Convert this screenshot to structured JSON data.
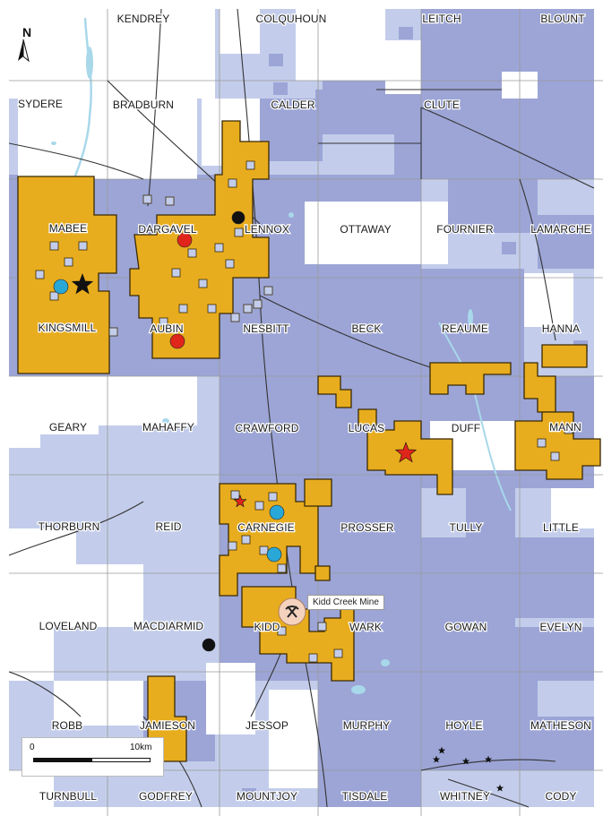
{
  "townships": [
    {
      "id": "kendrey",
      "name": "KENDREY"
    },
    {
      "id": "colquhoun",
      "name": "COLQUHOUN"
    },
    {
      "id": "leitch",
      "name": "LEITCH"
    },
    {
      "id": "blount",
      "name": "BLOUNT"
    },
    {
      "id": "sydere",
      "name": "SYDERE"
    },
    {
      "id": "bradburn",
      "name": "BRADBURN"
    },
    {
      "id": "calder",
      "name": "CALDER"
    },
    {
      "id": "clute",
      "name": "CLUTE"
    },
    {
      "id": "mabee",
      "name": "MABEE"
    },
    {
      "id": "dargavel",
      "name": "DARGAVEL"
    },
    {
      "id": "lennox",
      "name": "LENNOX"
    },
    {
      "id": "ottaway",
      "name": "OTTAWAY"
    },
    {
      "id": "fournier",
      "name": "FOURNIER"
    },
    {
      "id": "lamarche",
      "name": "LAMARCHE"
    },
    {
      "id": "kingsmill",
      "name": "KINGSMILL"
    },
    {
      "id": "aubin",
      "name": "AUBIN"
    },
    {
      "id": "nesbitt",
      "name": "NESBITT"
    },
    {
      "id": "beck",
      "name": "BECK"
    },
    {
      "id": "reaume",
      "name": "REAUME"
    },
    {
      "id": "hanna",
      "name": "HANNA"
    },
    {
      "id": "geary",
      "name": "GEARY"
    },
    {
      "id": "mahaffy",
      "name": "MAHAFFY"
    },
    {
      "id": "crawford",
      "name": "CRAWFORD"
    },
    {
      "id": "lucas",
      "name": "LUCAS"
    },
    {
      "id": "duff",
      "name": "DUFF"
    },
    {
      "id": "mann",
      "name": "MANN"
    },
    {
      "id": "thorburn",
      "name": "THORBURN"
    },
    {
      "id": "reid",
      "name": "REID"
    },
    {
      "id": "carnegie",
      "name": "CARNEGIE"
    },
    {
      "id": "prosser",
      "name": "PROSSER"
    },
    {
      "id": "tully",
      "name": "TULLY"
    },
    {
      "id": "little",
      "name": "LITTLE"
    },
    {
      "id": "loveland",
      "name": "LOVELAND"
    },
    {
      "id": "macdiarmid",
      "name": "MACDIARMID"
    },
    {
      "id": "kidd",
      "name": "KIDD"
    },
    {
      "id": "wark",
      "name": "WARK"
    },
    {
      "id": "gowan",
      "name": "GOWAN"
    },
    {
      "id": "evelyn",
      "name": "EVELYN"
    },
    {
      "id": "robb",
      "name": "ROBB"
    },
    {
      "id": "jamieson",
      "name": "JAMIESON"
    },
    {
      "id": "jessop",
      "name": "JESSOP"
    },
    {
      "id": "murphy",
      "name": "MURPHY"
    },
    {
      "id": "hoyle",
      "name": "HOYLE"
    },
    {
      "id": "matheson",
      "name": "MATHESON"
    },
    {
      "id": "turnbull",
      "name": "TURNBULL"
    },
    {
      "id": "godfrey",
      "name": "GODFREY"
    },
    {
      "id": "mountjoy",
      "name": "MOUNTJOY"
    },
    {
      "id": "tisdale",
      "name": "TISDALE"
    },
    {
      "id": "whitney",
      "name": "WHITNEY"
    },
    {
      "id": "cody",
      "name": "CODY"
    }
  ],
  "callout": {
    "label": "Kidd Creek Mine"
  },
  "scale_bar": {
    "left_label": "0",
    "right_label": "10km"
  },
  "north_arrow": {
    "label": "N"
  },
  "colors": {
    "background": "#ffffff",
    "light_claims": "#c3cdeb",
    "dark_claims": "#9ca5d6",
    "property": "#e8ad1e",
    "property_outline": "#3a2a05",
    "water": "#a8d8ea",
    "red_marker": "#e0251b",
    "blue_marker": "#29a8d8",
    "black_marker": "#111111",
    "grid_line": "#9a9a9a",
    "road": "#333333"
  },
  "markers": [
    {
      "type": "black-star",
      "icon": "star-icon"
    },
    {
      "type": "red-star",
      "icon": "star-icon"
    },
    {
      "type": "small-red-star",
      "icon": "star-icon"
    },
    {
      "type": "red-circle",
      "icon": "circle-icon"
    },
    {
      "type": "red-circle",
      "icon": "circle-icon"
    },
    {
      "type": "blue-circle",
      "icon": "circle-icon"
    },
    {
      "type": "blue-circle",
      "icon": "circle-icon"
    },
    {
      "type": "blue-circle",
      "icon": "circle-icon"
    },
    {
      "type": "black-circle",
      "icon": "circle-icon"
    },
    {
      "type": "black-circle",
      "icon": "circle-icon"
    },
    {
      "type": "mine",
      "icon": "pickaxe-icon"
    }
  ]
}
